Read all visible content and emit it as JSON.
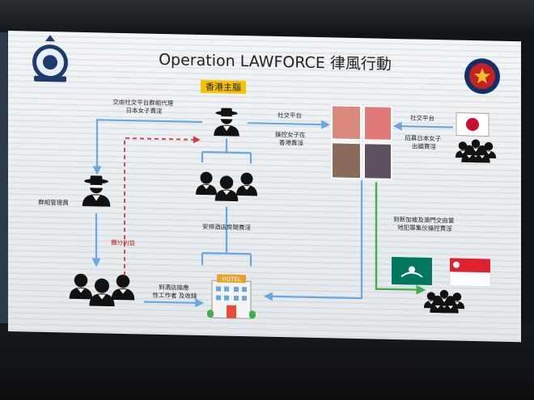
{
  "slide": {
    "title": "Operation LAWFORCE 律風行動",
    "mastermind_label": "香港主腦",
    "labels": {
      "recruit_via_social": "交由社交平台群組代理\n日本女子賣淫",
      "social_platform_top": "社交平台",
      "control_women": "操控女子在\n香港賣淫",
      "social_platform_right": "社交平台",
      "recruit_japanese": "招募日本女子\n出國賣淫",
      "group_admin": "群組管理員",
      "share_profit": "攤分利益",
      "arrange_hotel": "安排酒店房間賣淫",
      "go_hotel": "到酒店接應\n性工作者 及收錢",
      "hotel_sign": "HOTEL",
      "singapore_macau": "到新加坡及澳門交由當\n地犯罪集伙操控賣淫"
    }
  },
  "colors": {
    "arrow_blue": "#6aa7e0",
    "arrow_red": "#d23b3b",
    "arrow_green": "#3fae4d",
    "label_bg": "#f5c400",
    "figure": "#111111"
  },
  "icons": {
    "police_badge": "hong-kong-police-crest-icon",
    "partner_badge": "partner-police-emblem-icon",
    "mastermind": "hat-spy-figure-icon",
    "admin": "hat-spy-figure-icon",
    "hotel_staff": "person-group-icon",
    "collectors": "person-group-icon",
    "hotel": "hotel-building-icon",
    "flag_japan": "japan-flag-icon",
    "flag_macau": "macau-flag-icon",
    "flag_singapore": "singapore-flag-icon",
    "photos": "blurred-photo-icon"
  }
}
